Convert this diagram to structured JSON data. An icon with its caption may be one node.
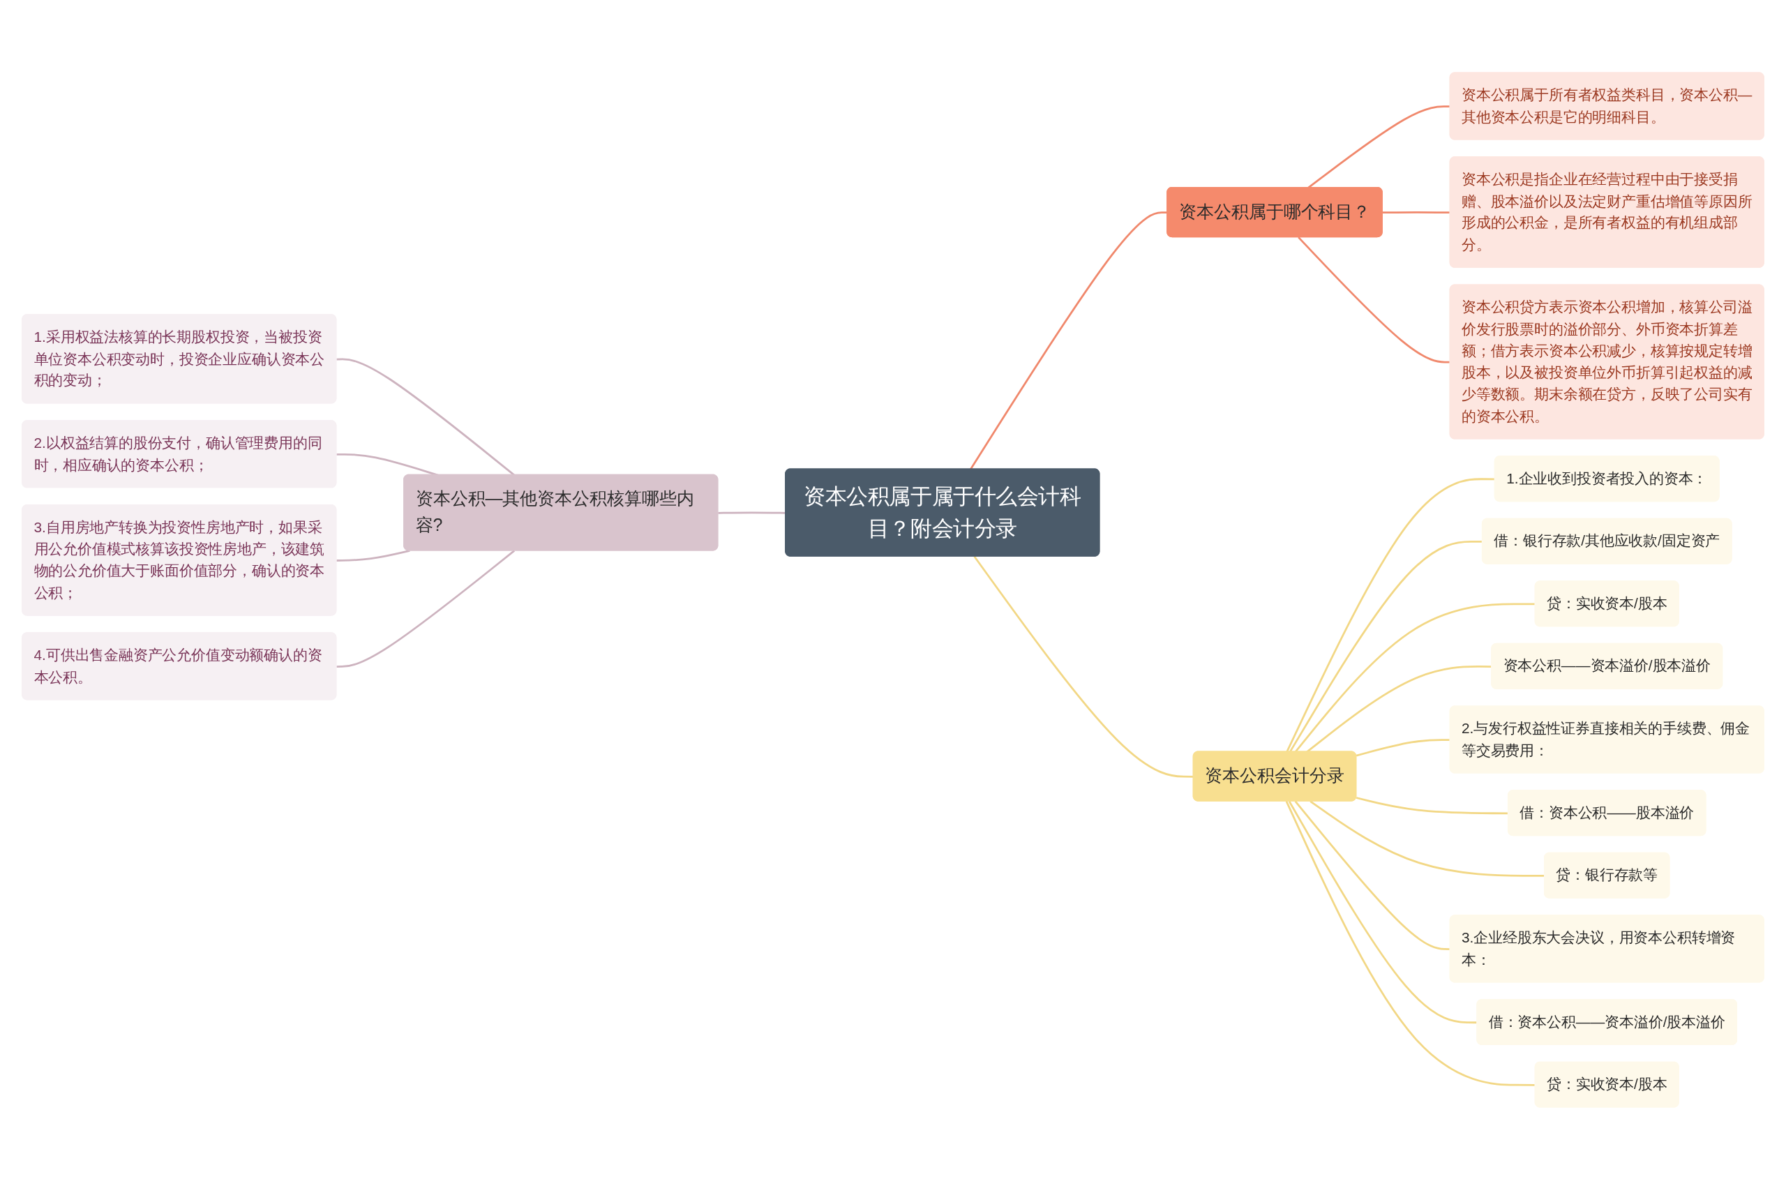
{
  "diagram": {
    "nodes": [
      {
        "text": [
          "资本公积属于属于什么会计科目？附会计分录"
        ]
      },
      {
        "text": [
          "资本公积属于哪个科目？"
        ]
      },
      {
        "text": [
          "资本公积属于所有者权益类科目，资本公积—其他资本公积是它的明细科目。"
        ]
      },
      {
        "text": [
          "资本公积是指企业在经营过程中由于接受捐赠、股本溢价以及法定财产重估增值等原因所形成的公积金，是所有者权益的有机组成部分。"
        ]
      },
      {
        "text": [
          "资本公积贷方表示资本公积增加，核算公司溢价发行股票时的溢价部分、外币资本折算差额；借方表示资本公积减少，核算按规定转增股本，以及被投资单位外币折算引起权益的减少等数额。期末余额在贷方，反映了公司实有的资本公积。"
        ]
      },
      {
        "text": [
          "资本公积会计分录"
        ]
      },
      {
        "text": [
          "1.企业收到投资者投入的资本："
        ]
      },
      {
        "text": [
          "借：银行存款/其他应收款/固定资产"
        ]
      },
      {
        "text": [
          "贷：实收资本/股本"
        ]
      },
      {
        "text": [
          "资本公积——资本溢价/股本溢价"
        ]
      },
      {
        "text": [
          "2.与发行权益性证券直接相关的手续费、佣金等交易费用："
        ]
      },
      {
        "text": [
          "借：资本公积——股本溢价"
        ]
      },
      {
        "text": [
          "贷：银行存款等"
        ]
      },
      {
        "text": [
          "3.企业经股东大会决议，用资本公积转增资本："
        ]
      },
      {
        "text": [
          "借：资本公积——资本溢价/股本溢价"
        ]
      },
      {
        "text": [
          "贷：实收资本/股本"
        ]
      },
      {
        "text": [
          "资本公积—其他资本公积核算哪些内容?"
        ]
      },
      {
        "text": [
          "1.采用权益法核算的长期股权投资，当被投资单位资本公积变动时，投资企业应确认资本公积的变动；"
        ]
      },
      {
        "text": [
          "2.以权益结算的股份支付，确认管理费用的同时，相应确认的资本公积；"
        ]
      },
      {
        "text": [
          "3.自用房地产转换为投资性房地产时，如果采用公允价值模式核算该投资性房地产，该建筑物的公允价值大于账面价值部分，确认的资本公积；"
        ]
      },
      {
        "text": [
          "4.可供出售金融资产公允价值变动额确认的资本公积。"
        ]
      }
    ],
    "edges": [
      {
        "from": 0,
        "to": 1,
        "arrow": "none",
        "color": "#f0886c"
      },
      {
        "from": 1,
        "to": 2,
        "arrow": "none",
        "color": "#f0886c"
      },
      {
        "from": 1,
        "to": 3,
        "arrow": "none",
        "color": "#f0886c"
      },
      {
        "from": 1,
        "to": 4,
        "arrow": "none",
        "color": "#f0886c"
      },
      {
        "from": 0,
        "to": 5,
        "arrow": "none"
      },
      {
        "from": 5,
        "to": 6,
        "arrow": "none"
      },
      {
        "from": 5,
        "to": 7,
        "arrow": "none"
      },
      {
        "from": 5,
        "to": 8,
        "arrow": "none"
      },
      {
        "from": 5,
        "to": 9,
        "arrow": "none"
      },
      {
        "from": 5,
        "to": 10,
        "arrow": "none"
      },
      {
        "from": 5,
        "to": 11,
        "arrow": "none"
      },
      {
        "from": 5,
        "to": 12,
        "arrow": "none"
      },
      {
        "from": 5,
        "to": 13,
        "arrow": "none"
      },
      {
        "from": 5,
        "to": 14,
        "arrow": "none"
      },
      {
        "from": 5,
        "to": 15,
        "arrow": "none"
      },
      {
        "from": 0,
        "to": 16,
        "arrow": "none",
        "color": "#cdb3bf"
      },
      {
        "from": 16,
        "to": 17,
        "arrow": "none",
        "color": "#cdb3bf"
      },
      {
        "from": 16,
        "to": 18,
        "arrow": "none",
        "color": "#cdb3bf"
      },
      {
        "from": 16,
        "to": 19,
        "arrow": "none",
        "color": "#cdb3bf"
      },
      {
        "from": 16,
        "to": 20,
        "arrow": "none",
        "color": "#cdb3bf"
      }
    ]
  }
}
